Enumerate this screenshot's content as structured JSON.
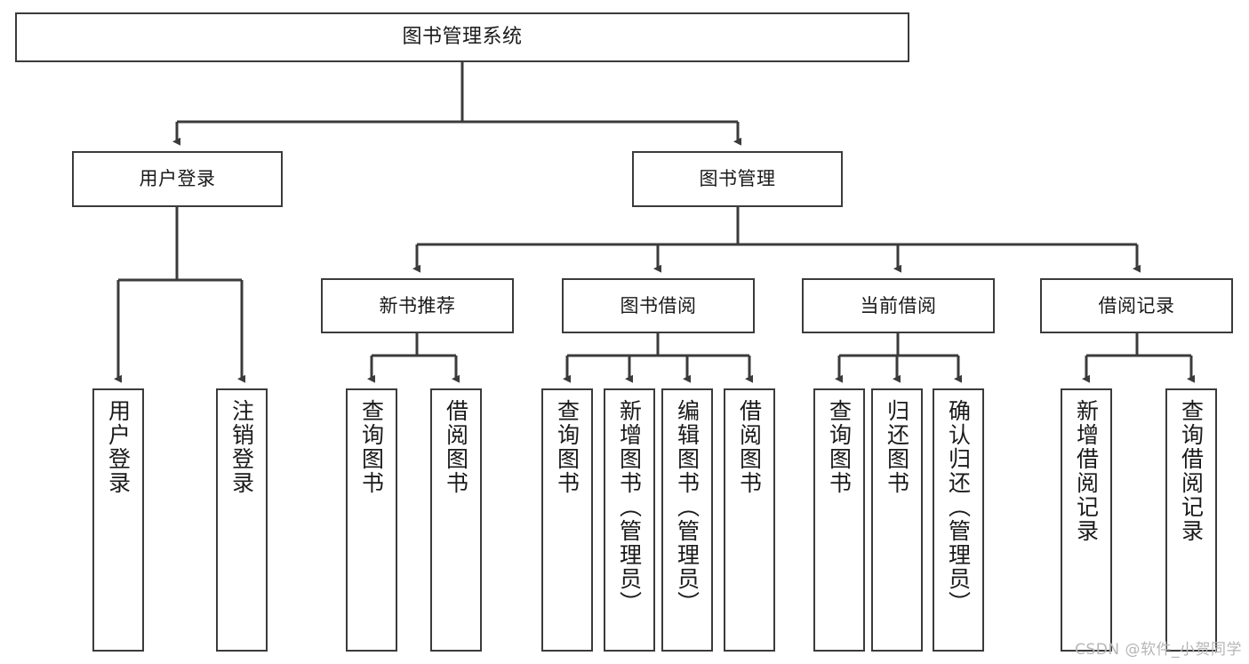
{
  "diagram": {
    "type": "tree",
    "title": "图书管理系统",
    "orientation": "top-down",
    "colors": {
      "box_border": "#3b3b3b",
      "box_fill": "#ffffff",
      "edge": "#3b3b3b",
      "text": "#1a1a1a",
      "watermark": "#b6b6b6",
      "background": "#ffffff"
    },
    "nodes": {
      "root": {
        "label": "图书管理系统"
      },
      "level2": [
        {
          "id": "user-login",
          "label": "用户登录"
        },
        {
          "id": "book-manage",
          "label": "图书管理"
        }
      ],
      "level3": [
        {
          "id": "new-book-recommend",
          "label": "新书推荐"
        },
        {
          "id": "book-borrow",
          "label": "图书借阅"
        },
        {
          "id": "current-borrow",
          "label": "当前借阅"
        },
        {
          "id": "borrow-record",
          "label": "借阅记录"
        }
      ],
      "leaves": {
        "user-login": [
          {
            "id": "leaf-user-login",
            "label": "用户登录"
          },
          {
            "id": "leaf-logout",
            "label": "注销登录"
          }
        ],
        "new-book-recommend": [
          {
            "id": "leaf-query-book-1",
            "label": "查询图书"
          },
          {
            "id": "leaf-borrow-book-1",
            "label": "借阅图书"
          }
        ],
        "book-borrow": [
          {
            "id": "leaf-query-book-2",
            "label": "查询图书"
          },
          {
            "id": "leaf-add-book",
            "label": "新增图书（管理员）"
          },
          {
            "id": "leaf-edit-book",
            "label": "编辑图书（管理员）"
          },
          {
            "id": "leaf-borrow-book-2",
            "label": "借阅图书"
          }
        ],
        "current-borrow": [
          {
            "id": "leaf-query-book-3",
            "label": "查询图书"
          },
          {
            "id": "leaf-return-book",
            "label": "归还图书"
          },
          {
            "id": "leaf-confirm-return",
            "label": "确认归还（管理员）"
          }
        ],
        "borrow-record": [
          {
            "id": "leaf-add-record",
            "label": "新增借阅记录"
          },
          {
            "id": "leaf-query-record",
            "label": "查询借阅记录"
          }
        ]
      }
    }
  },
  "watermark": {
    "text": "CSDN @软件_小贺同学"
  }
}
